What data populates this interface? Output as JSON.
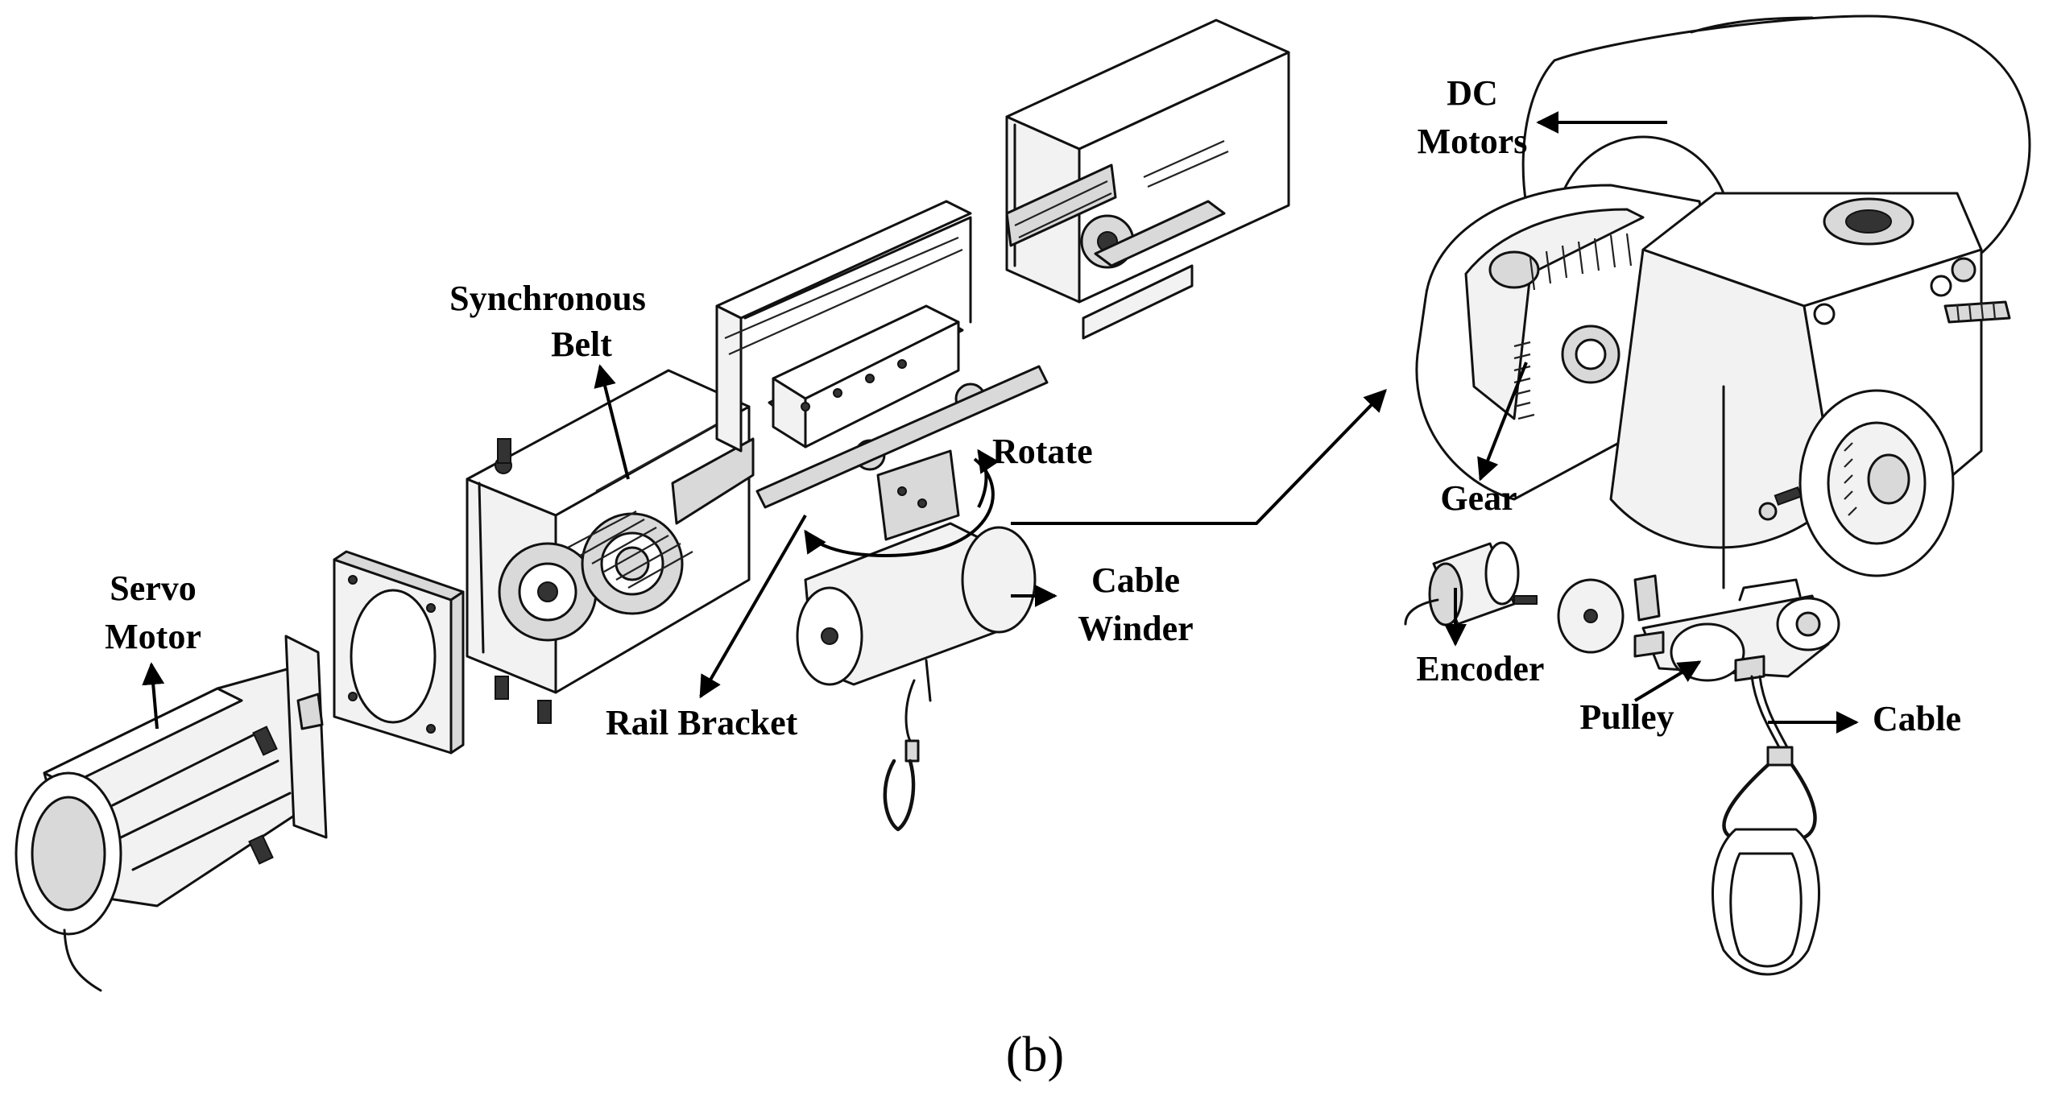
{
  "figure": {
    "caption": "(b)",
    "labels": {
      "synchronous_belt": [
        "Synchronous",
        "Belt"
      ],
      "servo_motor": [
        "Servo",
        "Motor"
      ],
      "rotate": "Rotate",
      "cable_winder": [
        "Cable",
        "Winder"
      ],
      "rail_bracket": "Rail Bracket",
      "dc_motors": [
        "DC",
        "Motors"
      ],
      "gear": "Gear",
      "encoder": "Encoder",
      "pulley": "Pulley",
      "cable": "Cable"
    }
  }
}
